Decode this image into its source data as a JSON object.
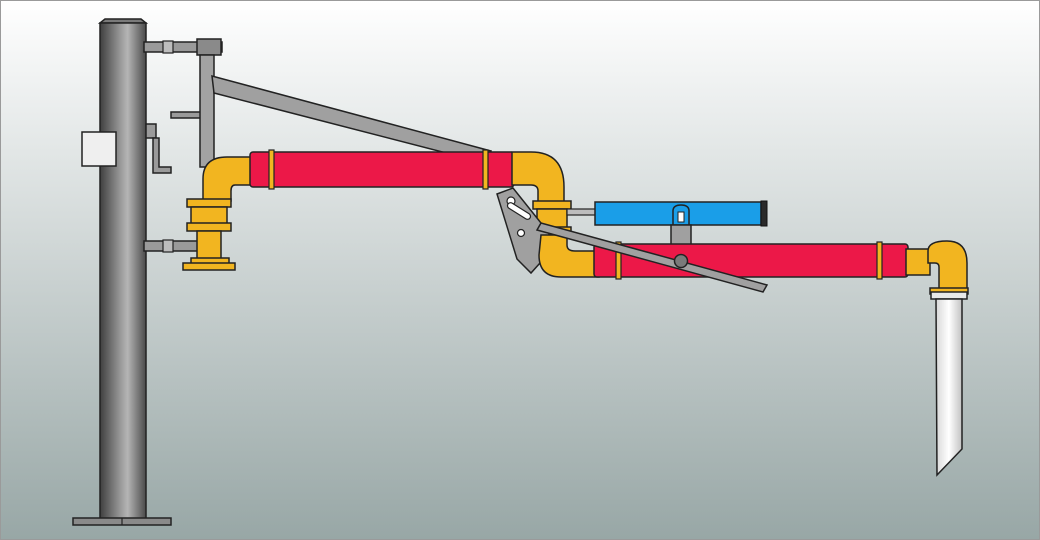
{
  "colors": {
    "background_top": "#ffffff",
    "background_bottom": "#98a7a6",
    "column": "#6e6e6e",
    "arm_pipe": "#ec1848",
    "swivel_joint": "#f2b520",
    "cylinder": "#1a9ee8",
    "bracket": "#8d8d8d",
    "outline": "#2a2a2a"
  },
  "parts": [
    "support-column",
    "column-base-plate",
    "junction-box",
    "upper-mount-bracket",
    "lower-mount-bracket",
    "support-tie-rod",
    "inlet-riser",
    "inlet-flange",
    "inner-arm-pipe",
    "elbow-swivel-joint",
    "balance-link-plate",
    "pneumatic-cylinder",
    "lower-swivel-joint",
    "outer-arm-pipe",
    "outlet-elbow",
    "drop-tube"
  ]
}
